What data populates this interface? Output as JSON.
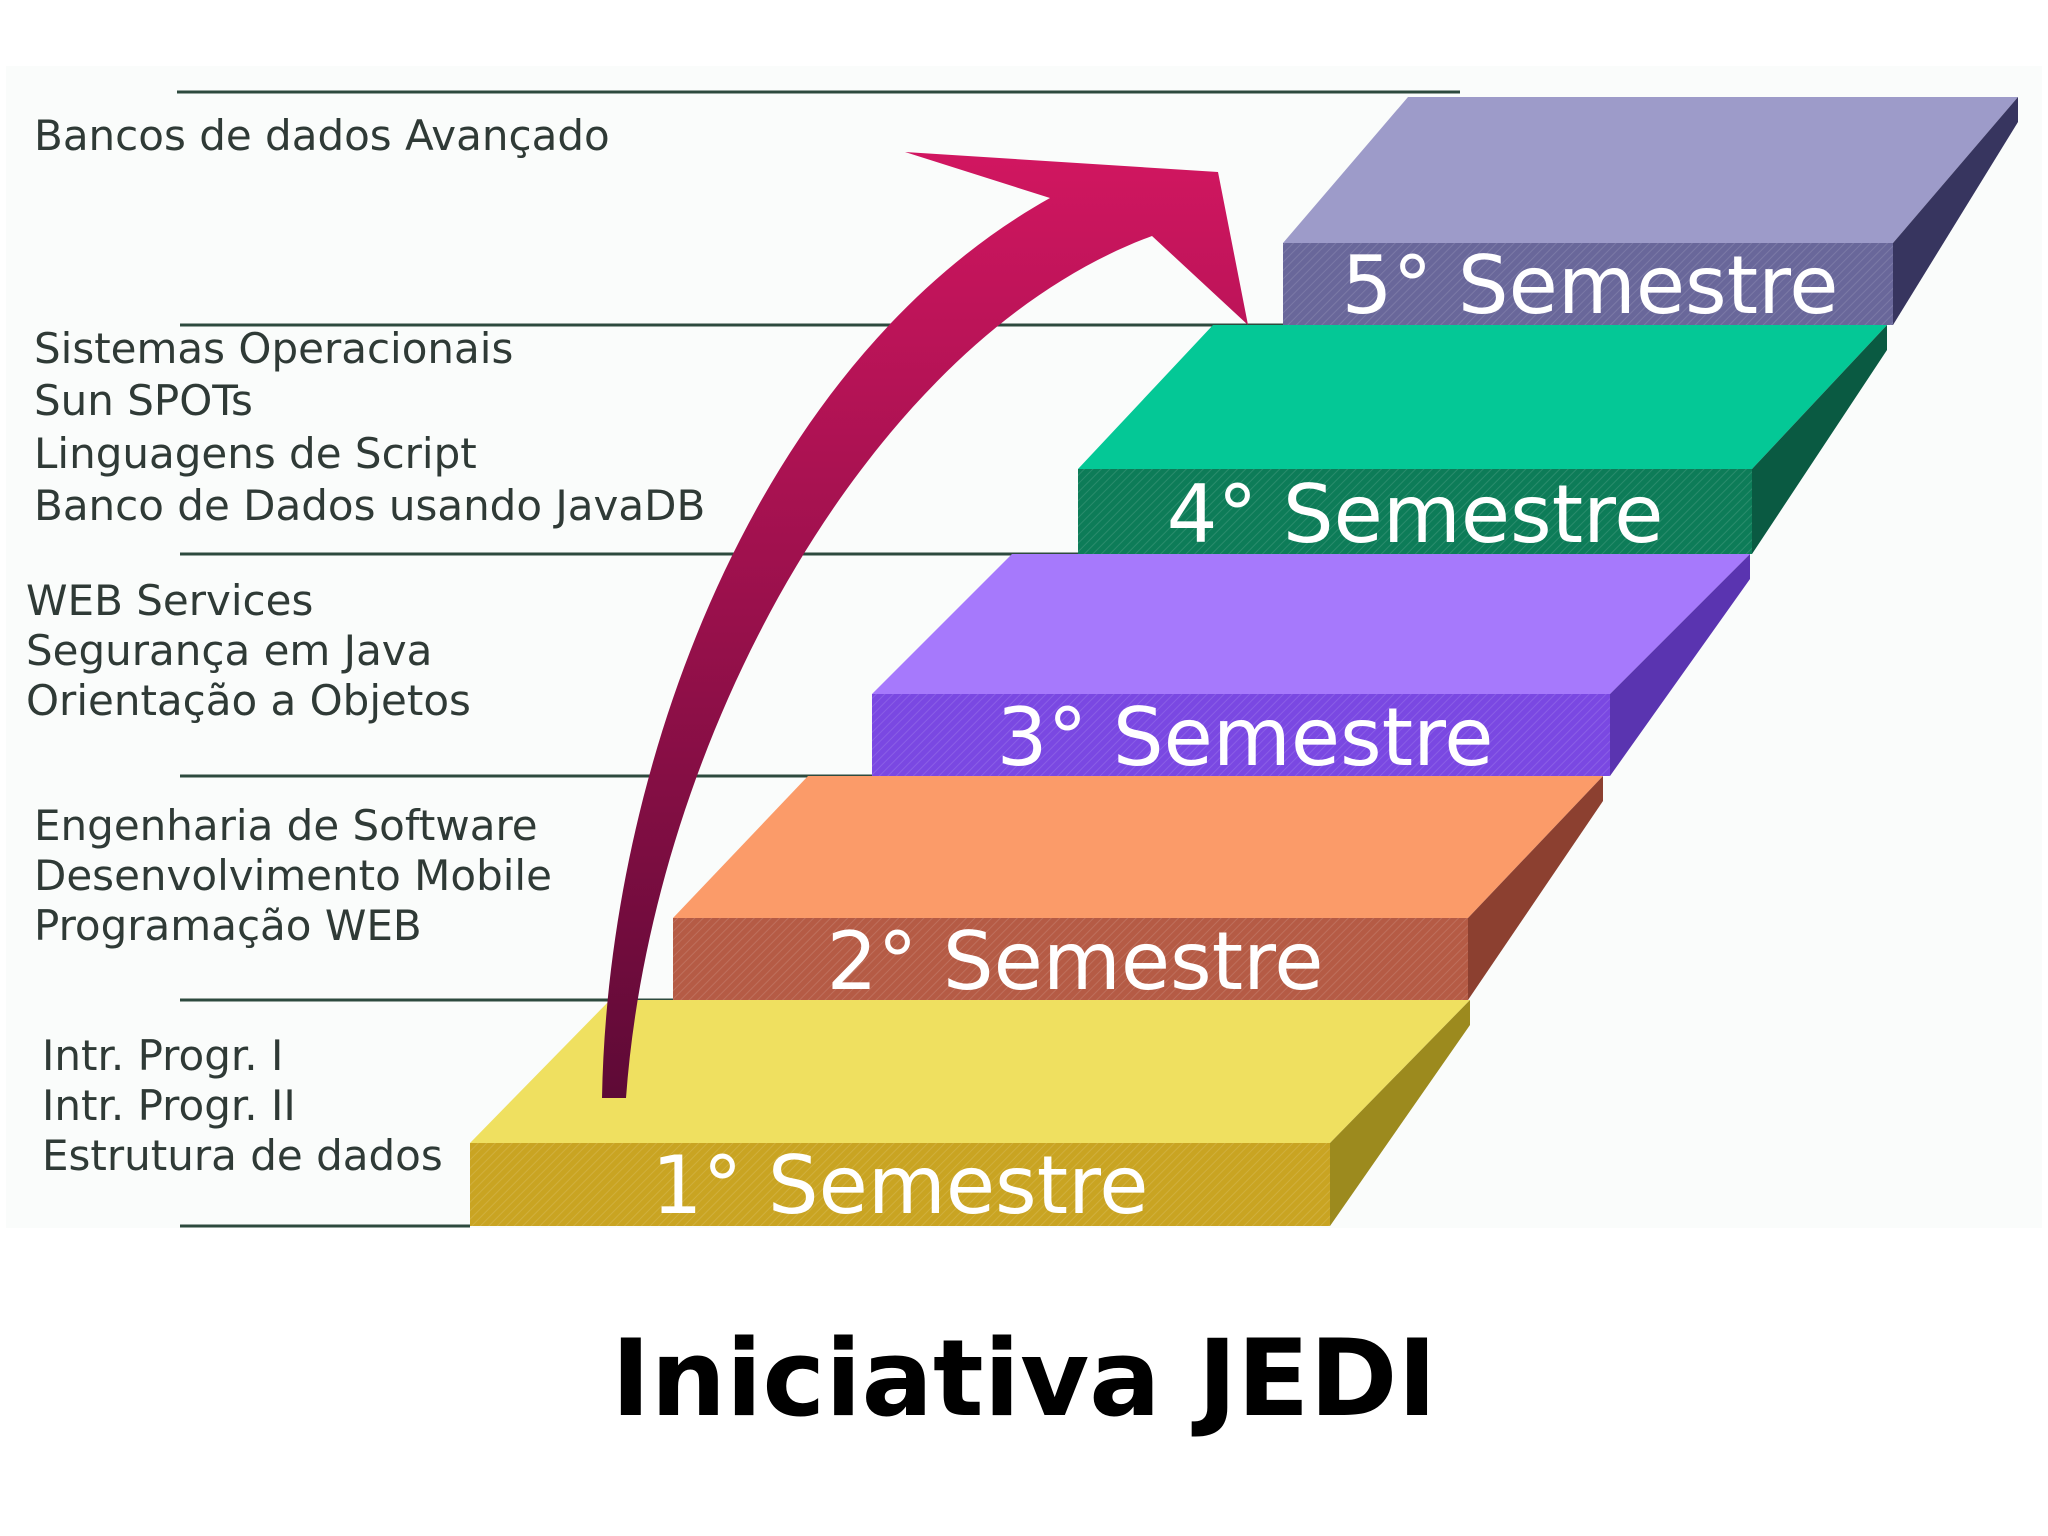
{
  "steps": [
    {
      "label": "1° Semestre",
      "colors": {
        "top": "#efe060",
        "front": "#c9a422",
        "side": "#9c8a1e"
      },
      "courses": [
        "Intr. Progr. I",
        "Intr. Progr. II",
        "Estrutura de dados"
      ]
    },
    {
      "label": "2° Semestre",
      "colors": {
        "top": "#fb9b69",
        "front": "#b55b45",
        "side": "#8c4030"
      },
      "courses": [
        "Engenharia de Software",
        "Desenvolvimento Mobile",
        "Programação WEB"
      ]
    },
    {
      "label": "3° Semestre",
      "colors": {
        "top": "#a679fc",
        "front": "#7a48e2",
        "side": "#5a34b0"
      },
      "courses": [
        "WEB Services",
        "Segurança em Java",
        "Orientação a Objetos"
      ]
    },
    {
      "label": "4° Semestre",
      "colors": {
        "top": "#04c896",
        "front": "#0d7c58",
        "side": "#0a5a42"
      },
      "courses": [
        "Sistemas Operacionais",
        "Sun SPOTs",
        "Linguagens de Script",
        "Banco de Dados usando JavaDB"
      ]
    },
    {
      "label": "5° Semestre",
      "colors": {
        "top": "#9d9bc9",
        "front": "#69679a",
        "side": "#37355f"
      },
      "courses": [
        "Bancos de dados Avançado"
      ]
    }
  ],
  "arrow_colors": {
    "top": "#d11660",
    "bottom": "#5e0a36"
  },
  "line_color": "#2d4a3e",
  "title": "Iniciativa JEDI"
}
